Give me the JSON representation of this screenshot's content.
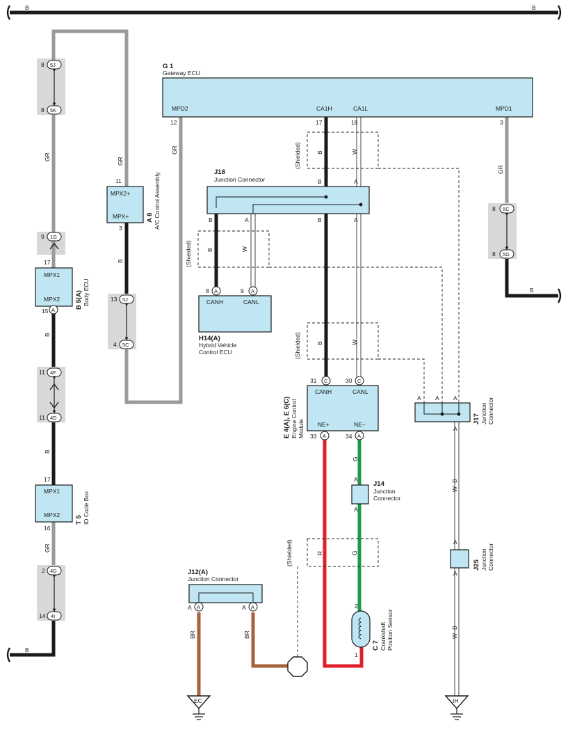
{
  "colors": {
    "wire_black": "#1a1a1a",
    "wire_gray": "#9a9a9a",
    "wire_red": "#e0202a",
    "wire_green": "#1a9a4a",
    "wire_brown": "#a8623a",
    "component_fill": "#bfe6f2",
    "connector_shade": "#d8d8d8"
  },
  "bus": {
    "left_label": "B",
    "right_label": "B"
  },
  "gateway": {
    "ref": "G 1",
    "name": "Gateway ECU",
    "pin_mpd2": "MPD2",
    "pin_ca1h": "CA1H",
    "pin_ca1l": "CA1L",
    "pin_mpd1": "MPD1",
    "num_mpd2": "12",
    "num_ca1h": "17",
    "num_ca1l": "18",
    "num_mpd1": "3"
  },
  "j18": {
    "ref": "J18",
    "name": "Junction Connector"
  },
  "j17": {
    "ref": "J17",
    "name1": "Junction",
    "name2": "Connector"
  },
  "j14": {
    "ref": "J14",
    "name1": "Junction",
    "name2": "Connector"
  },
  "j25": {
    "ref": "J25",
    "name1": "Junction",
    "name2": "Connector"
  },
  "j12": {
    "ref": "J12(A)",
    "name": "Junction Connector"
  },
  "ac": {
    "ref": "A 8",
    "name": "A/C Control Assembly",
    "pin1": "MPX2+",
    "pin2": "MPX+",
    "num1": "11",
    "num2": "3"
  },
  "body_ecu": {
    "ref": "B 5(A)",
    "name": "Body ECU",
    "pin1": "MPX1",
    "pin2": "MPX2",
    "num1": "17",
    "num2": "15"
  },
  "id_box": {
    "ref": "T 5",
    "name": "ID Code Box",
    "pin1": "MPX1",
    "pin2": "MPX2",
    "num1": "17",
    "num2": "16"
  },
  "hv": {
    "ref": "H14(A)",
    "name1": "Hybrid Vehicle",
    "name2": "Control ECU",
    "pin1": "CANH",
    "pin2": "CANL",
    "num1": "8",
    "num2": "9"
  },
  "ecm": {
    "ref": "E 4(A), E 6(C)",
    "name1": "Engine Control",
    "name2": "Module",
    "pin_canh": "CANH",
    "pin_canl": "CANL",
    "pin_nep": "NE+",
    "pin_nem": "NE−",
    "num_canh": "31",
    "num_canl": "30",
    "num_nep": "33",
    "num_nem": "34"
  },
  "crank": {
    "ref": "C 7",
    "name1": "Crankshaft",
    "name2": "Position Sensor",
    "num1": "2",
    "num2": "1"
  },
  "shielded": "(Shielded)",
  "wires": {
    "B": "B",
    "W": "W",
    "GR": "GR",
    "G": "G",
    "R": "R",
    "BR": "BR",
    "WB": "W−B",
    "A": "A"
  },
  "inline": {
    "c5j_top": "5J",
    "c5k": "5K",
    "c1g": "1G",
    "c4f": "4F",
    "c4d_mid": "4D",
    "c4d_bot": "4D",
    "c4i": "4I",
    "c5j_ac": "5J",
    "c5c_ac": "5C",
    "c5c_r": "5C",
    "c5g": "5G",
    "n8a": "8",
    "n8b": "8",
    "n9": "9",
    "n11a": "11",
    "n11b": "11",
    "n2": "2",
    "n14": "14",
    "n13": "13",
    "n4": "4",
    "n8c": "8",
    "n8d": "8"
  },
  "conn_letter": {
    "A": "A",
    "C": "C"
  },
  "grounds": {
    "ec": "EC",
    "ih": "IH"
  }
}
